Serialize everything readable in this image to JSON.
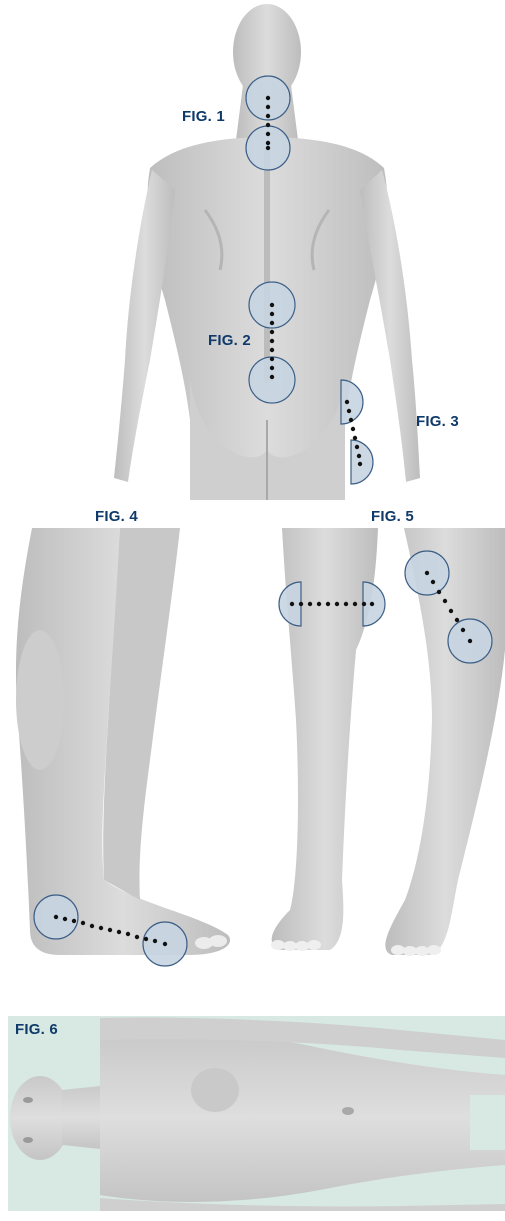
{
  "figures": {
    "fig1": "FIG. 1",
    "fig2": "FIG. 2",
    "fig3": "FIG. 3",
    "fig4": "FIG. 4",
    "fig5": "FIG. 5",
    "fig6": "FIG. 6"
  },
  "colors": {
    "label": "#0f3a6a",
    "skin": "#d3d3d3",
    "skin_shade": "#b8b8b8",
    "marker_fill": "#c6d5e2",
    "marker_stroke": "#3d5f86",
    "dots": "#111111",
    "fig6_background": "#d7e9e2"
  }
}
